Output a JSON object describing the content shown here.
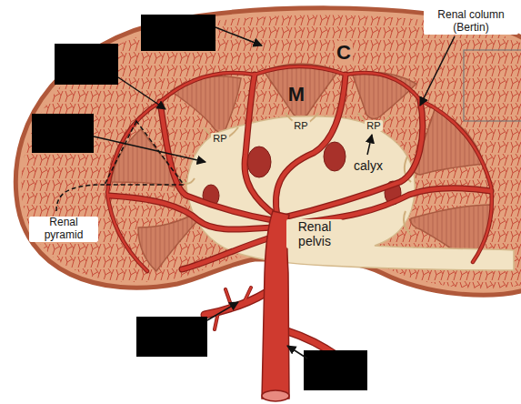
{
  "diagram": {
    "labels": [
      "C",
      "M",
      "RP",
      "RP",
      "RP",
      "calyx",
      "Renal column (Bertin)",
      "Renal pyramid",
      "Renal pelvis"
    ]
  }
}
